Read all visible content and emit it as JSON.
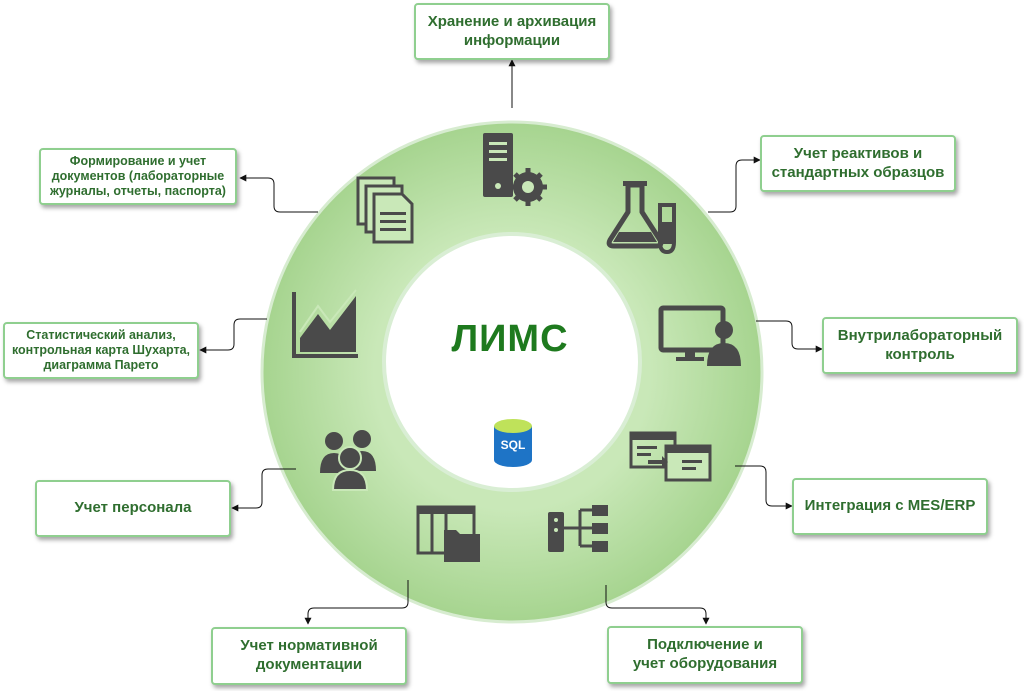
{
  "center": {
    "title": "ЛИМС",
    "db_badge": "SQL"
  },
  "colors": {
    "ring": "#aed89a",
    "ring_light": "#c6e6b5",
    "box_border": "#8fcf8f",
    "text": "#2f6e2f",
    "icon": "#4a4a4a"
  },
  "boxes": {
    "storage": "Хранение и архивация\nинформации",
    "reagents": "Учет реактивов и\nстандартных образцов",
    "control": "Внутрилабораторный\nконтроль",
    "integration": "Интеграция с MES/ERP",
    "equipment": "Подключение и\nучет оборудования",
    "normative": "Учет  нормативной\nдокументации",
    "personnel": "Учет персонала",
    "stats": "Статистический анализ,\nконтрольная карта Шухарта,\nдиаграмма Парето",
    "documents": "Формирование и учет\nдокументов (лабораторные\nжурналы, отчеты, паспорта)"
  },
  "icons": [
    "server-gear-icon",
    "flask-icon",
    "monitor-user-icon",
    "data-exchange-icon",
    "network-hierarchy-icon",
    "folder-window-icon",
    "user-group-icon",
    "line-chart-icon",
    "documents-icon",
    "sql-database-icon"
  ]
}
